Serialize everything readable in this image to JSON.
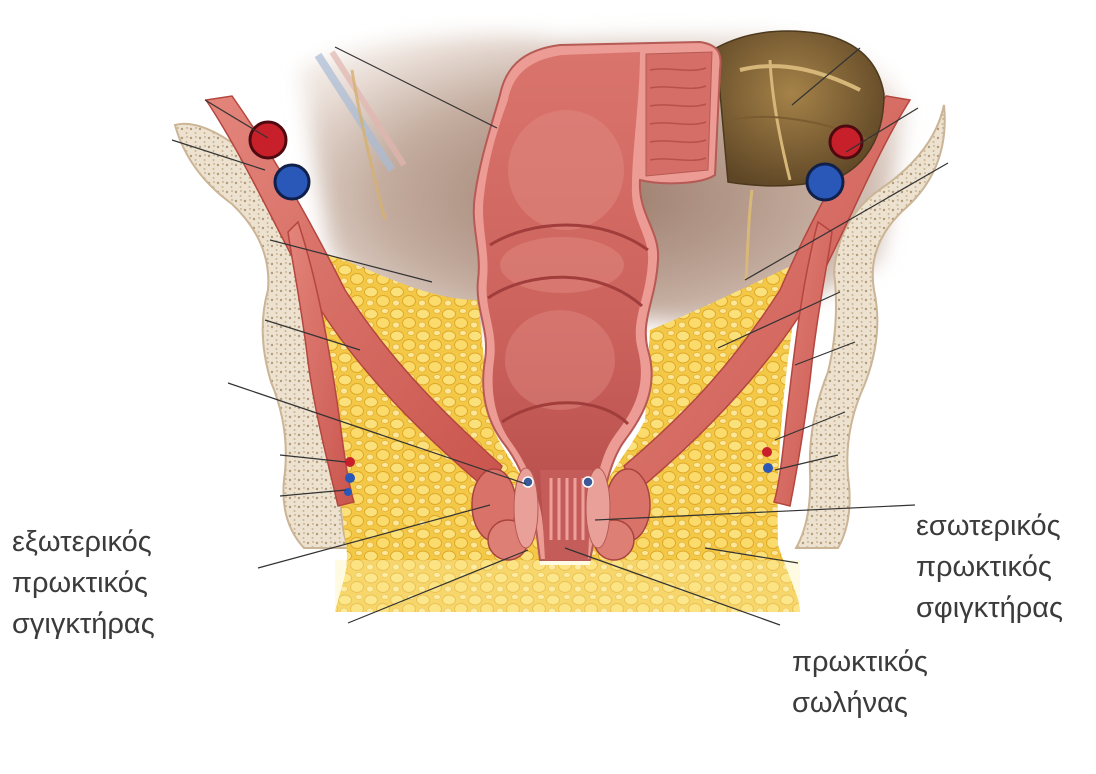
{
  "labels": {
    "external_sphincter": {
      "lines": [
        "εξωτερικός",
        "πρωκτικός",
        "σγιγκτήρας"
      ]
    },
    "internal_sphincter": {
      "lines": [
        "εσωτερικός",
        "πρωκτικός",
        "σφιγκτήρας"
      ]
    },
    "anal_canal": {
      "lines": [
        "πρωκτικός",
        "σωλήνας"
      ]
    }
  },
  "colors": {
    "label_text": "#3b3b3b",
    "leader_line": "#333333"
  }
}
